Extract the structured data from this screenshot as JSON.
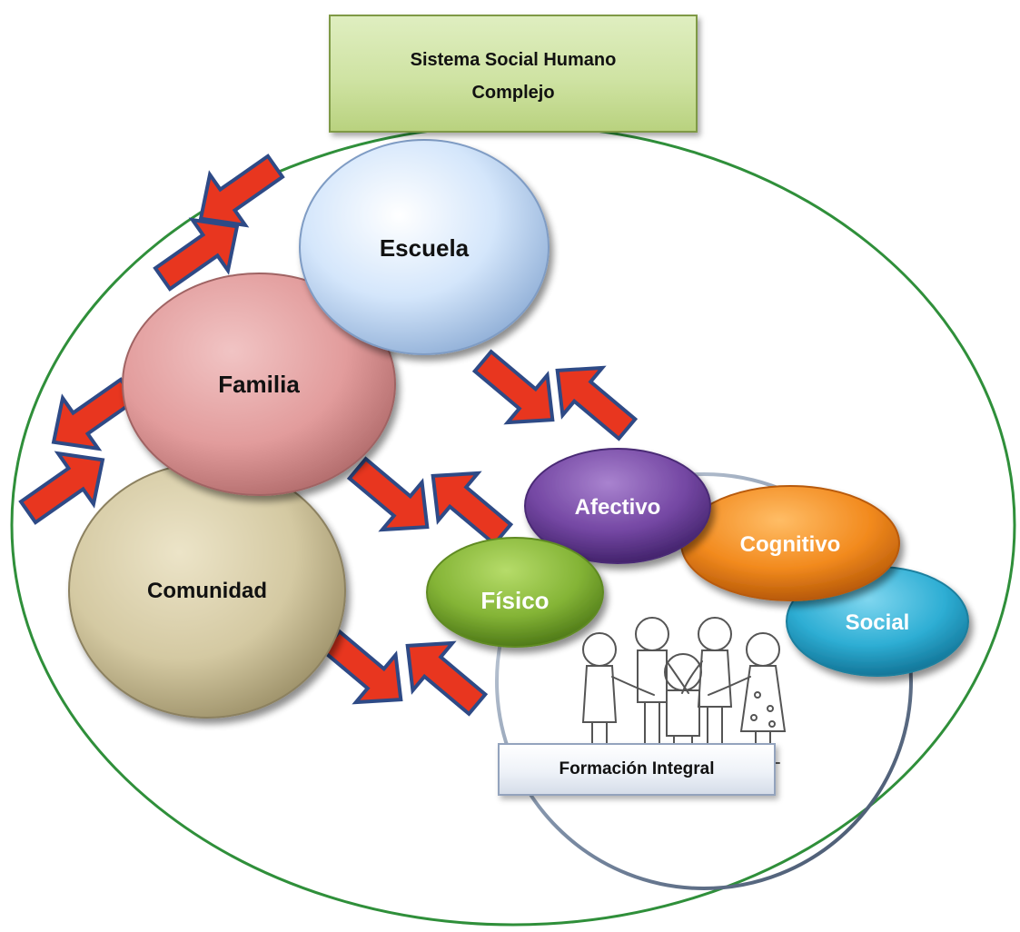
{
  "diagram": {
    "title_line1": "Sistema Social Humano",
    "title_line2": "Complejo",
    "nodes": {
      "escuela": "Escuela",
      "familia": "Familia",
      "comunidad": "Comunidad",
      "fisico": "Físico",
      "afectivo": "Afectivo",
      "cognitivo": "Cognitivo",
      "social": "Social"
    },
    "footer_label": "Formación Integral"
  },
  "colors": {
    "outer_ring": "#2f8f3a",
    "arrow_fill": "#e8361f",
    "arrow_stroke": "#2e4a86",
    "escuela": "#cfe2fa",
    "familia": "#e2a0a0",
    "comunidad": "#d6cba5",
    "fisico": "#8cba3a",
    "afectivo": "#7a4ea6",
    "cognitivo": "#f28a1e",
    "social": "#2eaed4"
  },
  "icons": [
    "children-circle-illustration"
  ]
}
